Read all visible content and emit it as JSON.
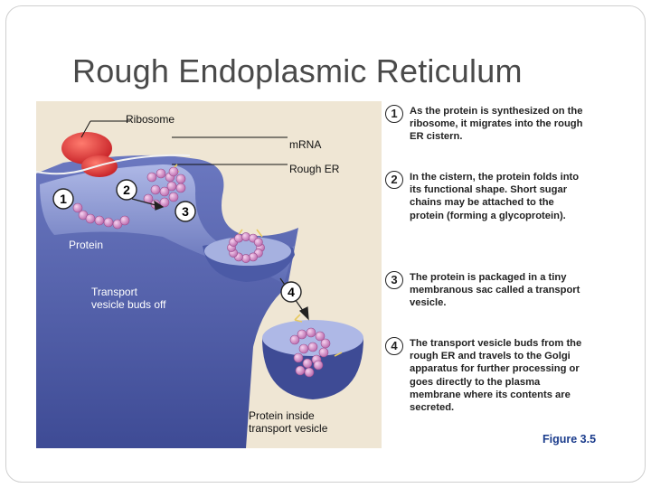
{
  "title": "Rough Endoplasmic Reticulum",
  "diagram_labels": {
    "ribosome": "Ribosome",
    "mrna": "mRNA",
    "rough_er": "Rough ER",
    "protein": "Protein",
    "transport_vesicle_buds_off": "Transport\nvesicle buds off",
    "protein_inside_vesicle": "Protein inside\ntransport vesicle"
  },
  "diagram_step_markers": [
    "1",
    "2",
    "3",
    "4"
  ],
  "steps": [
    {
      "number": "1",
      "text": "As the protein is synthesized on the ribosome, it migrates into the rough ER cistern."
    },
    {
      "number": "2",
      "text": "In the cistern, the protein folds into its functional shape. Short sugar chains may be attached to the protein (forming a glycoprotein)."
    },
    {
      "number": "3",
      "text": "The protein is packaged in a tiny membranous sac called a transport vesicle."
    },
    {
      "number": "4",
      "text": "The transport vesicle buds from the rough ER and travels to the Golgi apparatus for further processing or goes directly to the plasma membrane where its contents are secreted."
    }
  ],
  "figure_caption": "Figure 3.5",
  "colors": {
    "er_membrane": "#4b5aa6",
    "protein_beads": "#d98fcf",
    "ribosome": "#e33a3a",
    "panel_background": "#efe6d4",
    "caption": "#1b3c8c"
  }
}
